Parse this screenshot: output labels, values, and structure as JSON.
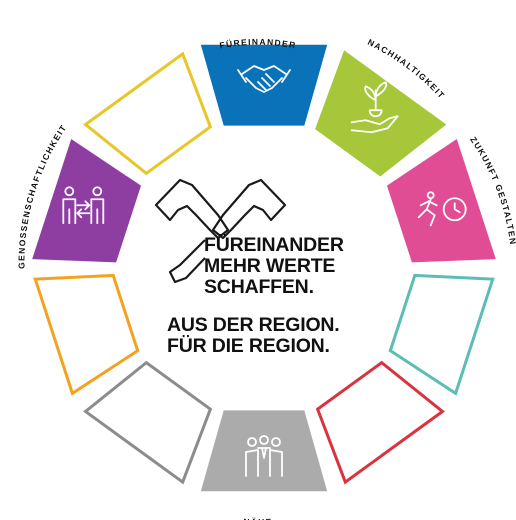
{
  "segments": [
    {
      "key": "fuereinander",
      "label": "FÜREINANDER",
      "color": "#0A72B9",
      "filled": true,
      "icon": "handshake-icon"
    },
    {
      "key": "nachhaltigkeit",
      "label": "NACHHALTIGKEIT",
      "color": "#A7C73A",
      "filled": true,
      "icon": "plant-in-hand-icon"
    },
    {
      "key": "zukunft",
      "label": "ZUKUNFT GESTALTEN",
      "color": "#E04D94",
      "filled": true,
      "icon": "running-person-clock-icon"
    },
    {
      "key": "teal-empty",
      "label": "",
      "color": "#5BBDB5",
      "filled": false,
      "icon": ""
    },
    {
      "key": "red-empty",
      "label": "",
      "color": "#D9333F",
      "filled": false,
      "icon": ""
    },
    {
      "key": "naehe",
      "label": "NÄHE",
      "color": "#ABABAB",
      "filled": true,
      "icon": "group-of-people-icon"
    },
    {
      "key": "grey-empty",
      "label": "",
      "color": "#8C8C8C",
      "filled": false,
      "icon": ""
    },
    {
      "key": "orange-empty",
      "label": "",
      "color": "#F3A21F",
      "filled": false,
      "icon": ""
    },
    {
      "key": "genossenschaft",
      "label": "GENOSSENSCHAFTLICHKEIT",
      "color": "#8E3DA1",
      "filled": true,
      "icon": "two-people-exchange-icon"
    },
    {
      "key": "yellow-empty",
      "label": "",
      "color": "#E8C62A",
      "filled": false,
      "icon": ""
    }
  ],
  "center": {
    "logo": "raiffeisen-gable-cross-icon",
    "slogan_line_1": "FÜREINANDER",
    "slogan_line_2": "MEHR WERTE",
    "slogan_line_3": "SCHAFFEN.",
    "slogan_line_4": "AUS DER REGION.",
    "slogan_line_5": "FÜR DIE REGION."
  }
}
